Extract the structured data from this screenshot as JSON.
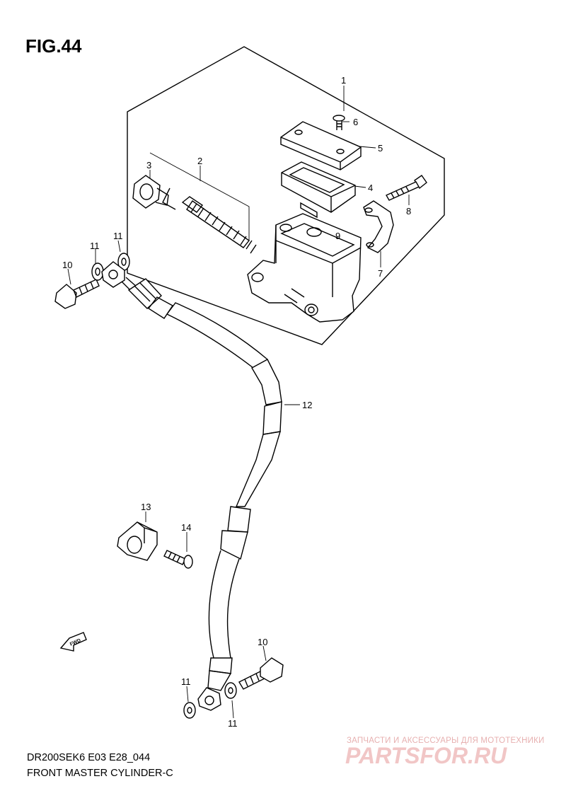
{
  "figure": {
    "title": "FIG.44",
    "code": "DR200SEK6 E03 E28_044",
    "name": "FRONT MASTER CYLINDER-C"
  },
  "callouts": {
    "c1": "1",
    "c2": "2",
    "c3": "3",
    "c4": "4",
    "c5": "5",
    "c6": "6",
    "c7": "7",
    "c8": "8",
    "c9": "9",
    "c10a": "10",
    "c10b": "10",
    "c11a": "11",
    "c11b": "11",
    "c11c": "11",
    "c11d": "11",
    "c12": "12",
    "c13": "13",
    "c14": "14"
  },
  "fwd_label": "FWD",
  "watermark": {
    "tagline": "ЗАПЧАСТИ И АКСЕССУАРЫ ДЛЯ МОТОТЕХНИКИ",
    "brand": "PARTSFOR.RU"
  }
}
